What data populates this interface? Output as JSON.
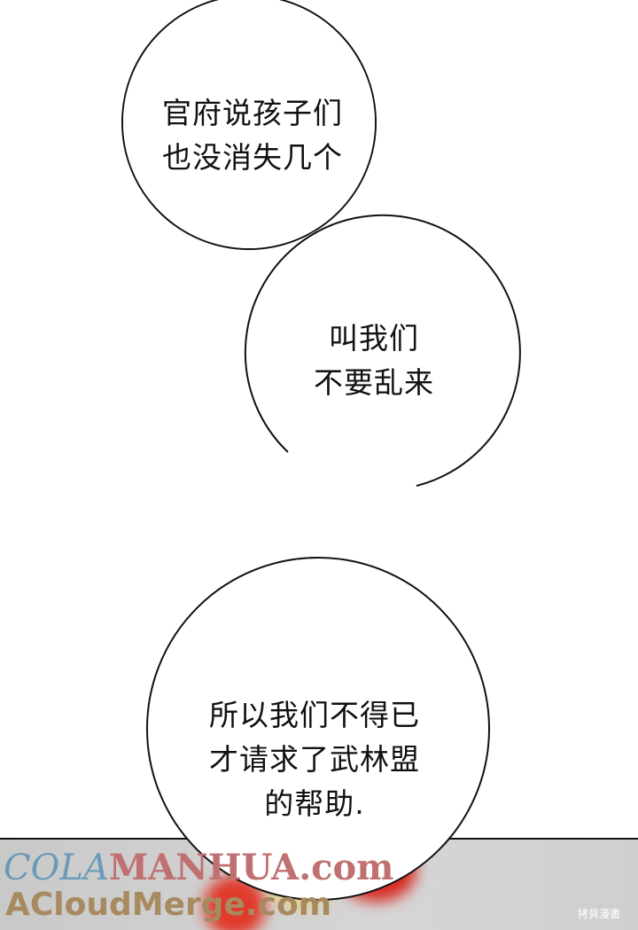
{
  "bubbles": [
    {
      "lines": [
        "官府说孩子们",
        "也没消失几个"
      ]
    },
    {
      "lines": [
        "叫我们",
        "不要乱来"
      ]
    },
    {
      "lines": [
        "所以我们不得已",
        "才请求了武林盟",
        "的帮助."
      ]
    }
  ],
  "watermarks": {
    "cola": "COLA",
    "manhua": "MANHUA.com",
    "acloud": "ACloudMerge.com",
    "corner": "拷貝漫畫"
  }
}
